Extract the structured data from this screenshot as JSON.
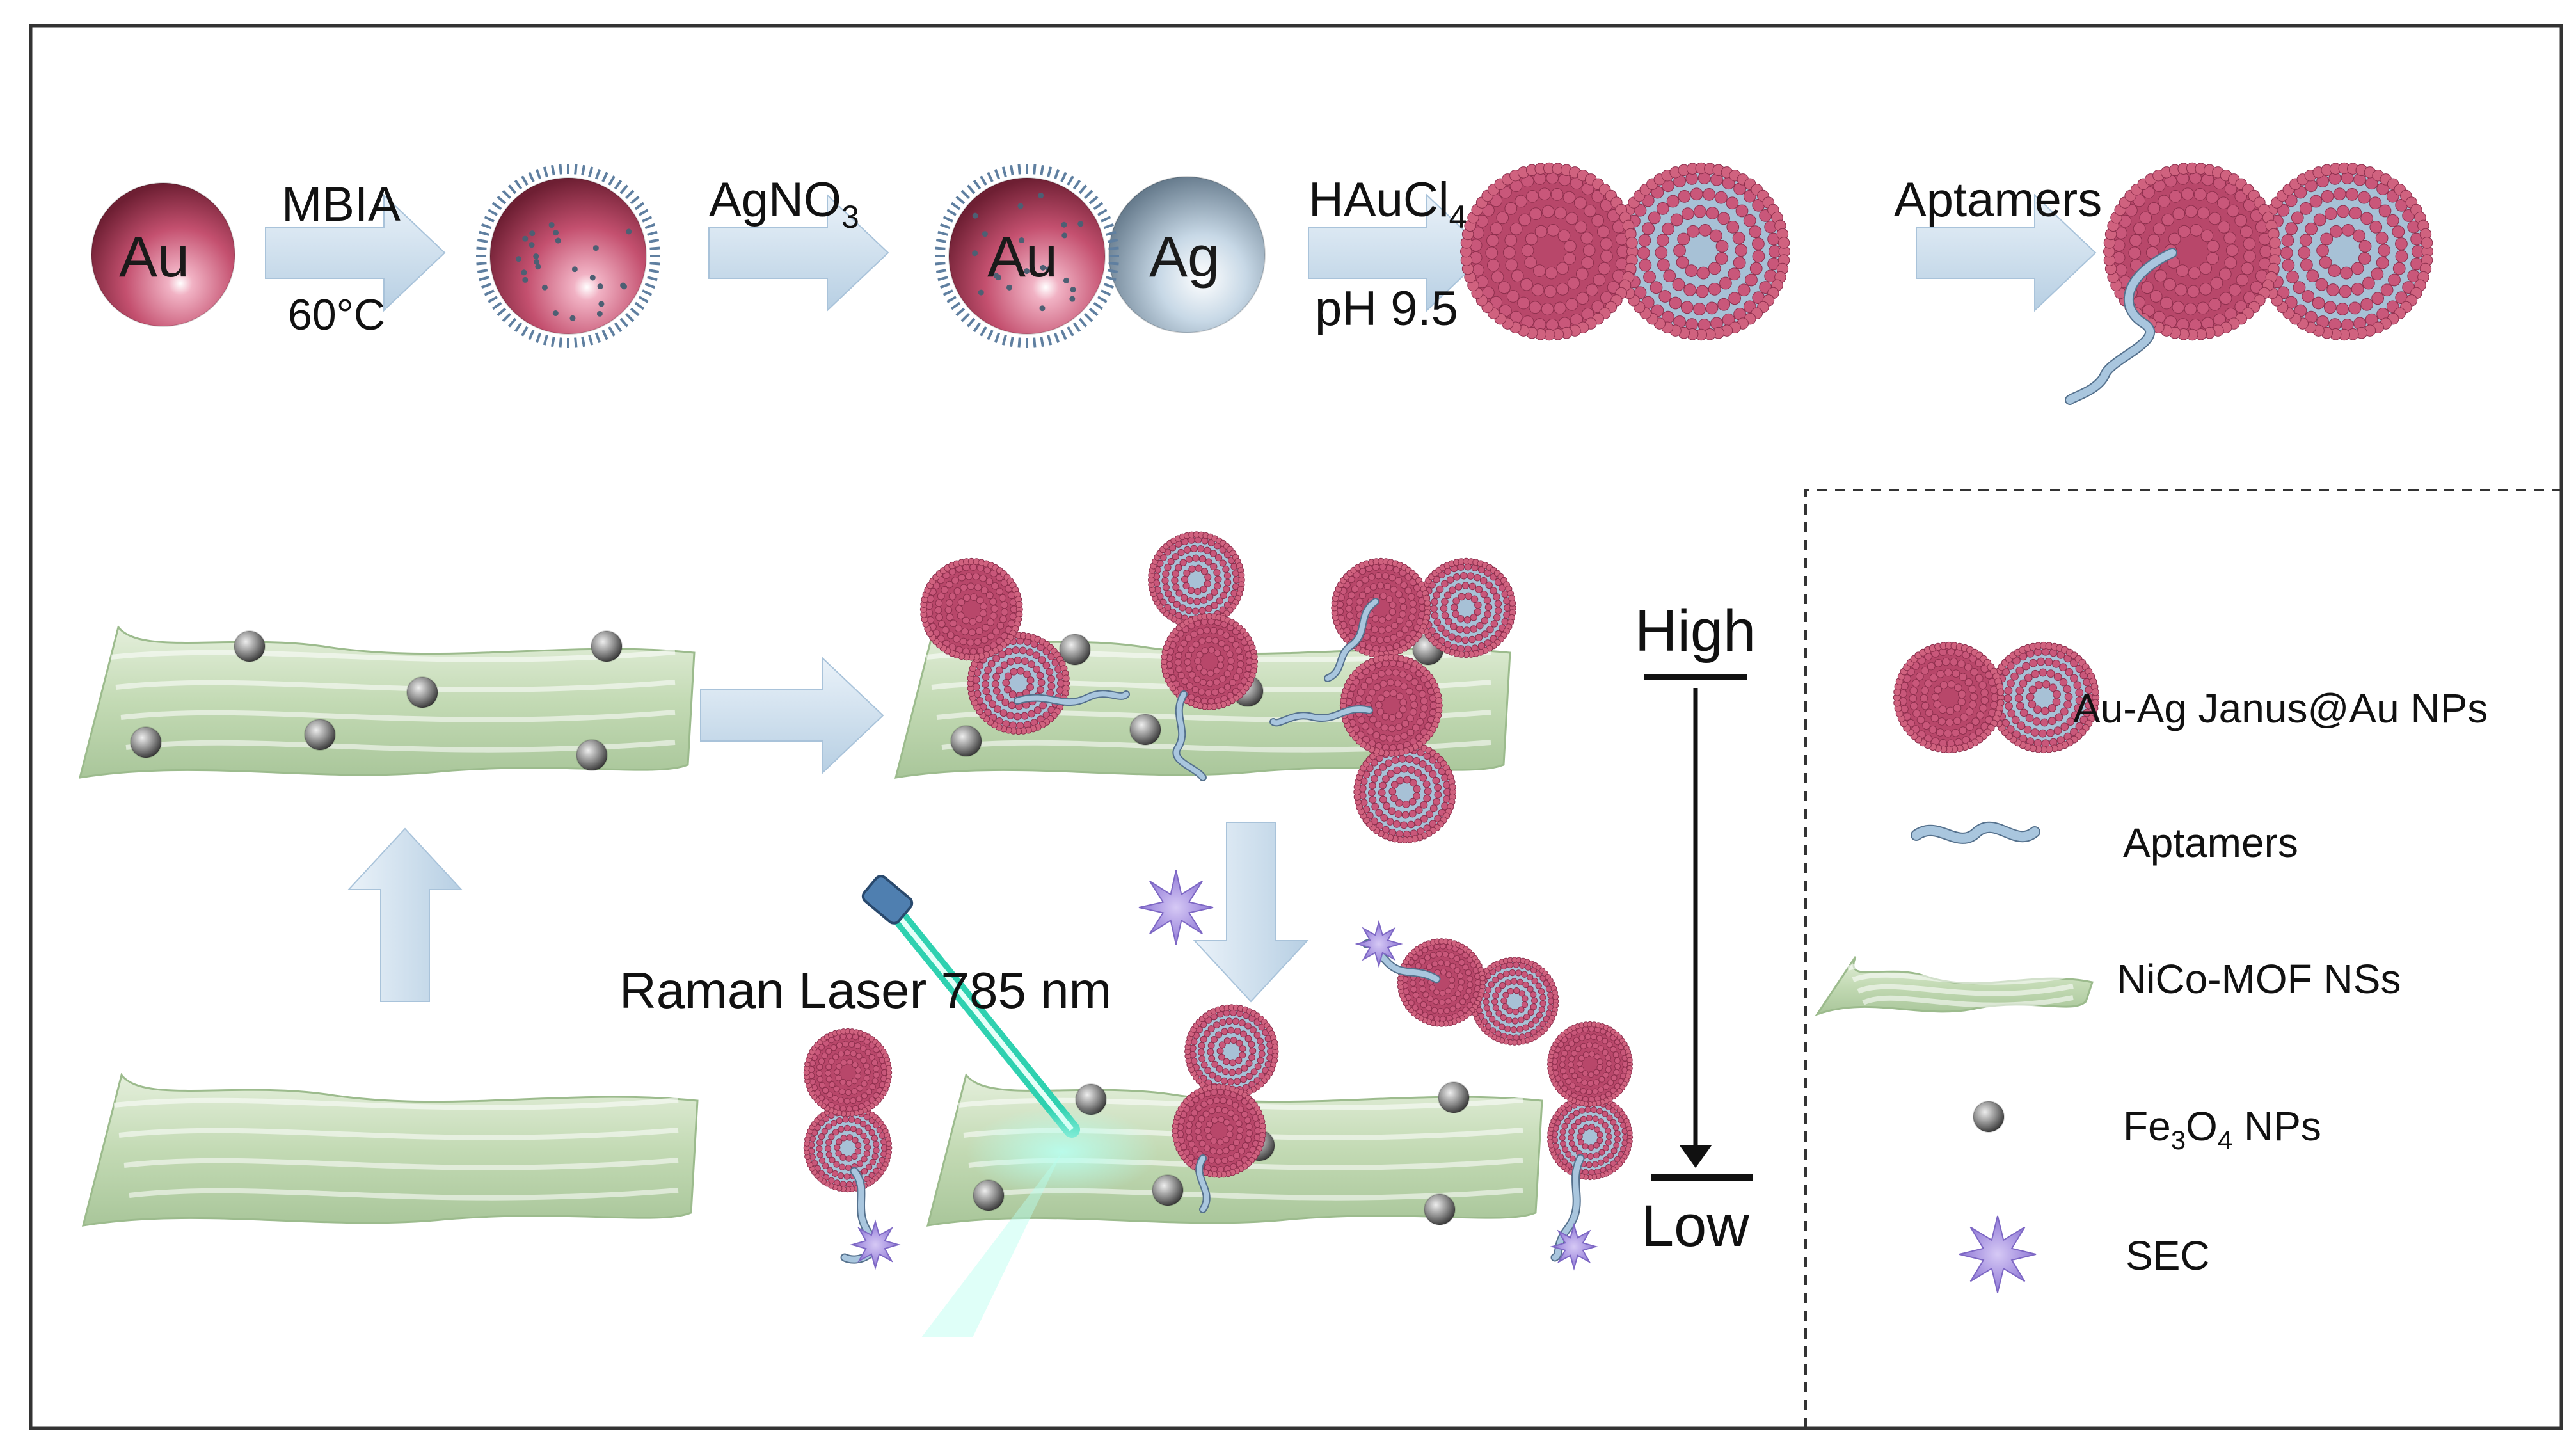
{
  "synthesis": {
    "np_labels": {
      "au": "Au",
      "ag": "Ag"
    },
    "steps": [
      {
        "reagent": "MBIA",
        "condition": "60°C"
      },
      {
        "reagent": "AgNO",
        "reagent_sub": "3",
        "condition": ""
      },
      {
        "reagent": "HAuCl",
        "reagent_sub": "4",
        "condition": "pH 9.5"
      },
      {
        "reagent": "Aptamers",
        "condition": ""
      }
    ]
  },
  "detection": {
    "laser_label": "Raman Laser 785 nm",
    "scale": {
      "high": "High",
      "low": "Low"
    }
  },
  "legend": {
    "items": [
      {
        "icon": "janus-np-icon",
        "label": "Au-Ag Janus@Au NPs"
      },
      {
        "icon": "aptamer-icon",
        "label": "Aptamers"
      },
      {
        "icon": "mof-sheet-icon",
        "label": "NiCo-MOF NSs"
      },
      {
        "icon": "fe3o4-np-icon",
        "label": "Fe",
        "sub": "3",
        "label_rest": "O",
        "sub2": "4",
        "label_end": " NPs"
      },
      {
        "icon": "sec-star-icon",
        "label": "SEC"
      }
    ]
  },
  "colors": {
    "gold": "#c4506f",
    "silver": "#a9c2d6",
    "sheet": "#cfe2c3",
    "arrow": "#cfe0ef",
    "frame": "#333333"
  }
}
